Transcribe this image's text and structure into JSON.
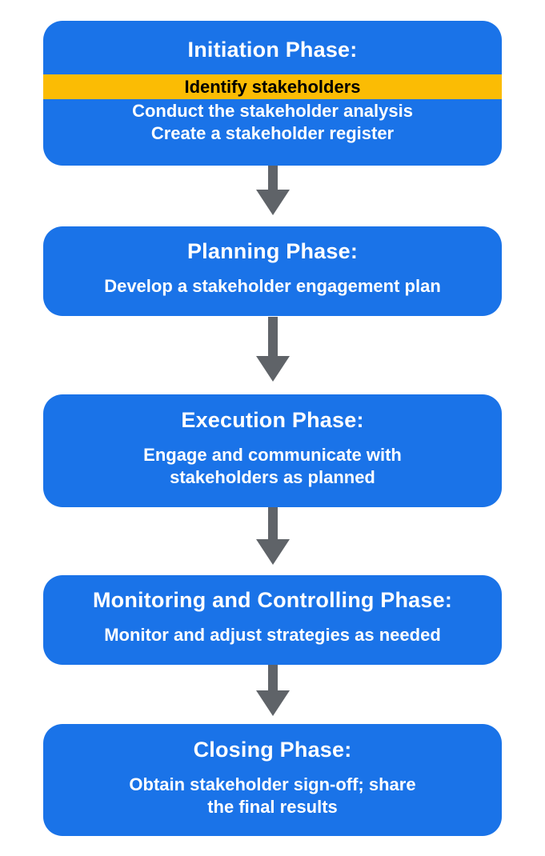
{
  "diagram": {
    "phases": [
      {
        "title": "Initiation Phase:",
        "lines": [
          "Identify stakeholders",
          "Conduct the stakeholder analysis",
          "Create a stakeholder register"
        ],
        "highlighted_line": "Identify stakeholders"
      },
      {
        "title": "Planning Phase:",
        "lines": [
          "Develop a stakeholder engagement plan"
        ]
      },
      {
        "title": "Execution Phase:",
        "lines": [
          "Engage and communicate with",
          "stakeholders as planned"
        ]
      },
      {
        "title": "Monitoring and Controlling Phase:",
        "lines": [
          "Monitor and adjust strategies as needed"
        ]
      },
      {
        "title": "Closing Phase:",
        "lines": [
          "Obtain stakeholder sign-off; share",
          "the final results"
        ]
      }
    ],
    "connector": "down-arrow",
    "colors": {
      "box_blue": "#1A73E8",
      "highlight_yellow": "#FBBC04",
      "arrow_gray": "#5F6368",
      "box_text": "#FFFFFF",
      "highlight_text": "#000000",
      "background": "#FFFFFF"
    }
  }
}
